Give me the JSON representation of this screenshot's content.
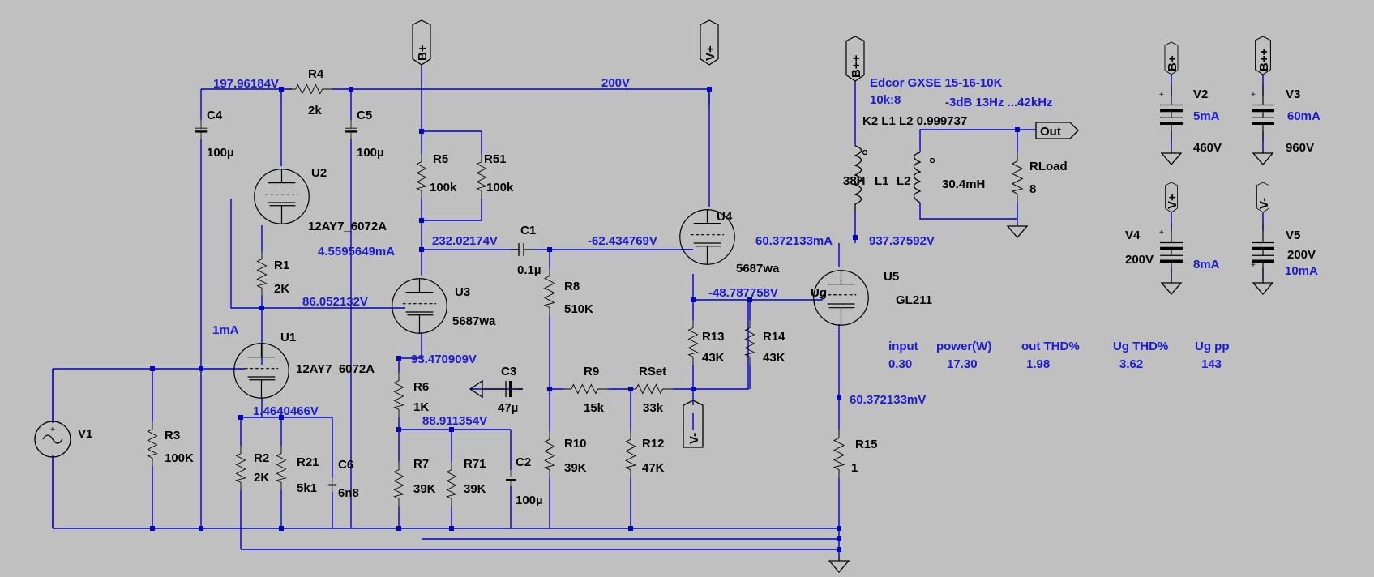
{
  "nets": {
    "r4_left": "197.96184V",
    "b_plus": "200V",
    "u1_plate": "86.052132V",
    "u1_current": "1mA",
    "u1_cathode": "1.4640466V",
    "u3_plate": "232.02174V",
    "u3_current": "4.5595649mA",
    "u3_cathode": "93.470909V",
    "r6_bottom": "88.911354V",
    "u4_grid": "-62.434769V",
    "u4_cathode": "-48.787758V",
    "u5_current": "60.372133mA",
    "u5_plate": "937.37592V",
    "u5_cathode": "60.372133mV"
  },
  "components": {
    "R1": {
      "name": "R1",
      "value": "2K"
    },
    "R2": {
      "name": "R2",
      "value": "2K"
    },
    "R21": {
      "name": "R21",
      "value": "5k1"
    },
    "R3": {
      "name": "R3",
      "value": "100K"
    },
    "R4": {
      "name": "R4",
      "value": "2k"
    },
    "R5": {
      "name": "R5",
      "value": "100k"
    },
    "R51": {
      "name": "R51",
      "value": "100k"
    },
    "R6": {
      "name": "R6",
      "value": "1K"
    },
    "R7": {
      "name": "R7",
      "value": "39K"
    },
    "R71": {
      "name": "R71",
      "value": "39K"
    },
    "R8": {
      "name": "R8",
      "value": "510K"
    },
    "R9": {
      "name": "R9",
      "value": "15k"
    },
    "R10": {
      "name": "R10",
      "value": "39K"
    },
    "R12": {
      "name": "R12",
      "value": "47K"
    },
    "R13": {
      "name": "R13",
      "value": "43K"
    },
    "R14": {
      "name": "R14",
      "value": "43K"
    },
    "R15": {
      "name": "R15",
      "value": "1"
    },
    "RSet": {
      "name": "RSet",
      "value": "33k"
    },
    "RLoad": {
      "name": "RLoad",
      "value": "8"
    },
    "C1": {
      "name": "C1",
      "value": "0.1µ"
    },
    "C2": {
      "name": "C2",
      "value": "100µ"
    },
    "C3": {
      "name": "C3",
      "value": "47µ"
    },
    "C4": {
      "name": "C4",
      "value": "100µ"
    },
    "C5": {
      "name": "C5",
      "value": "100µ"
    },
    "C6": {
      "name": "C6",
      "value": "6n8"
    },
    "U1": {
      "name": "U1",
      "model": "12AY7_6072A"
    },
    "U2": {
      "name": "U2",
      "model": "12AY7_6072A"
    },
    "U3": {
      "name": "U3",
      "model": "5687wa"
    },
    "U4": {
      "name": "U4",
      "model": "5687wa"
    },
    "U5": {
      "name": "U5",
      "model": "GL211"
    },
    "L1": {
      "name": "L1",
      "value": "38H"
    },
    "L2": {
      "name": "L2",
      "value": "30.4mH"
    },
    "V1": {
      "name": "V1"
    },
    "V2": {
      "name": "V2",
      "voltage": "460V",
      "current": "5mA"
    },
    "V3": {
      "name": "V3",
      "voltage": "960V",
      "current": "60mA"
    },
    "V4": {
      "name": "V4",
      "voltage": "200V",
      "current": "8mA"
    },
    "V5": {
      "name": "V5",
      "voltage": "200V",
      "current": "10mA"
    }
  },
  "flags": {
    "bplus": "B+",
    "bplusplus": "B++",
    "vplus": "V+",
    "vminus": "V-",
    "out": "Out",
    "ug": "Ug"
  },
  "notes": {
    "transformer": "Edcor GXSE 15-16-10K",
    "ratio": "10k:8",
    "bandwidth": "-3dB 13Hz ...42kHz",
    "coupling": "K2 L1 L2 0.999737"
  },
  "results": {
    "headers": [
      "input",
      "power(W)",
      "out THD%",
      "Ug THD%",
      "Ug pp"
    ],
    "values": [
      "0.30",
      "17.30",
      "1.98",
      "3.62",
      "143"
    ]
  },
  "colors": {
    "wire": "#0000c8",
    "background": "#c0c0c0",
    "component": "#000000",
    "net_label": "#1a1ad0"
  }
}
